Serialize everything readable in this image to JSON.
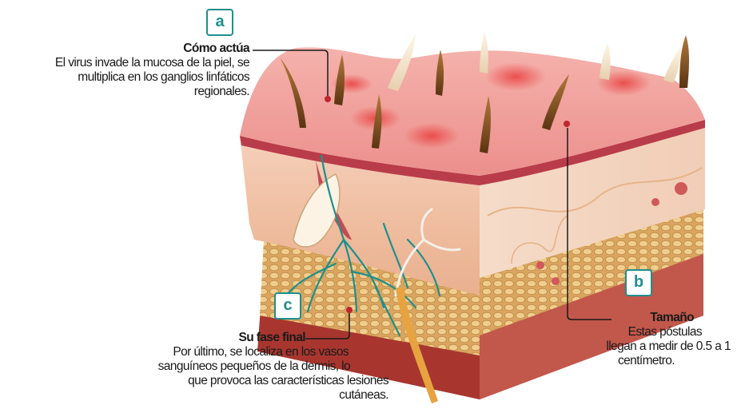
{
  "callouts": {
    "a": {
      "badge": "a",
      "title": "Cómo actúa",
      "text_lines": [
        "El virus invade la mucosa de la piel, se",
        "multiplica en los ganglios linfáticos",
        "regionales."
      ]
    },
    "b": {
      "badge": "b",
      "title": "Tamaño",
      "text_lines": [
        "Estas póstulas",
        "llegan a medir de 0.5 a 1",
        "centímetro."
      ]
    },
    "c": {
      "badge": "c",
      "title": "Su fase final",
      "text_lines": [
        "Por último, se localiza en los vasos",
        "sanguíneos pequeños de la dermis, lo",
        "que provoca las características lesiones",
        "cutáneas."
      ]
    }
  },
  "colors": {
    "accent": "#1f8f8c",
    "skin_surface": "#f2a7a3",
    "dermis": "#f3c3a8",
    "fat": "#e0b473",
    "muscle": "#b8443d",
    "leader_line": "#1a1a1a"
  }
}
